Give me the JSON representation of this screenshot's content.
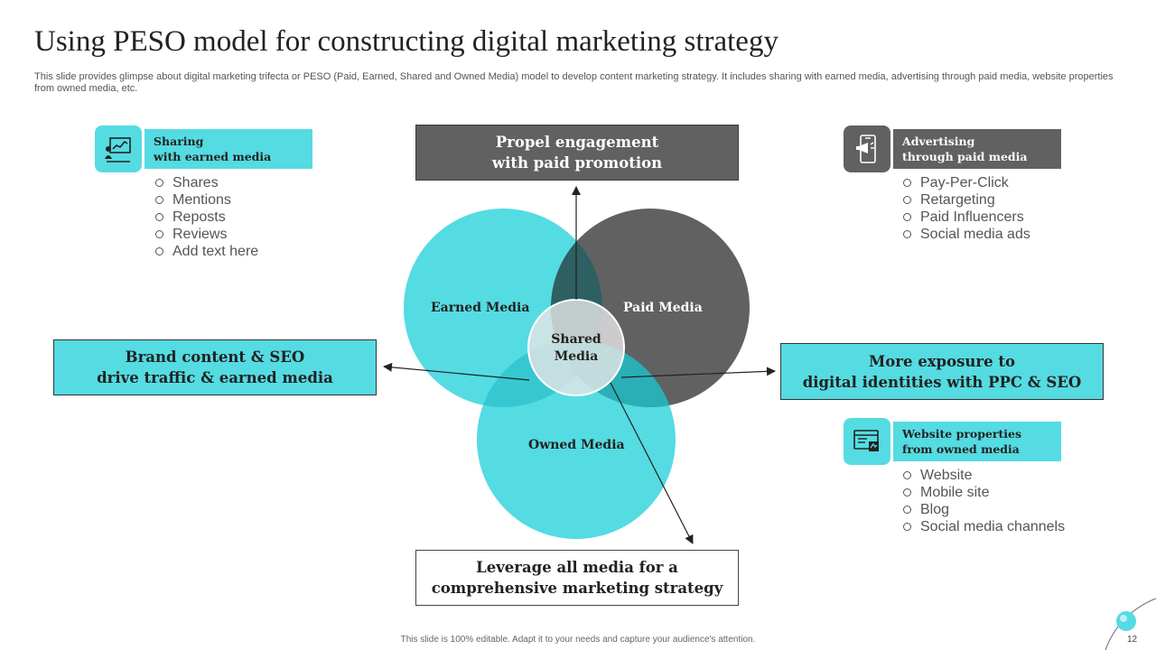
{
  "title": "Using PESO model for constructing digital marketing strategy",
  "description": "This slide provides glimpse about digital marketing trifecta or PESO (Paid, Earned, Shared and Owned Media) model to develop content marketing strategy. It includes sharing with earned media, advertising through paid media, website properties from owned media, etc.",
  "boxes": {
    "top": [
      "Propel engagement",
      "with paid promotion"
    ],
    "left": [
      "Brand content & SEO",
      "drive traffic & earned media"
    ],
    "right": [
      "More exposure to",
      "digital identities with PPC & SEO"
    ],
    "bottom": [
      "Leverage all media for a",
      "comprehensive marketing strategy"
    ]
  },
  "venn": {
    "earned": "Earned Media",
    "paid": "Paid Media",
    "owned": "Owned Media",
    "shared": [
      "Shared",
      "Media"
    ]
  },
  "sections": {
    "sharing": {
      "label": [
        "Sharing",
        "with earned media"
      ],
      "icon": "analytics-presentation-icon",
      "items": [
        "Shares",
        "Mentions",
        "Reposts",
        "Reviews",
        "Add text here"
      ]
    },
    "advertising": {
      "label": [
        "Advertising",
        "through paid media"
      ],
      "icon": "mobile-megaphone-icon",
      "items": [
        "Pay-Per-Click",
        "Retargeting",
        "Paid Influencers",
        "Social media ads"
      ]
    },
    "website": {
      "label": [
        "Website properties",
        "from owned media"
      ],
      "icon": "website-browser-icon",
      "items": [
        "Website",
        "Mobile site",
        "Blog",
        "Social media channels"
      ]
    }
  },
  "footer": "This slide is 100% editable.  Adapt it to your needs and capture your audience's attention.",
  "page_number": "12",
  "colors": {
    "cyan": "#55DBE2",
    "dark_gray": "#616161",
    "overlap_dark": "#2E5F62",
    "overlap_mid": "#2AB1B8"
  }
}
